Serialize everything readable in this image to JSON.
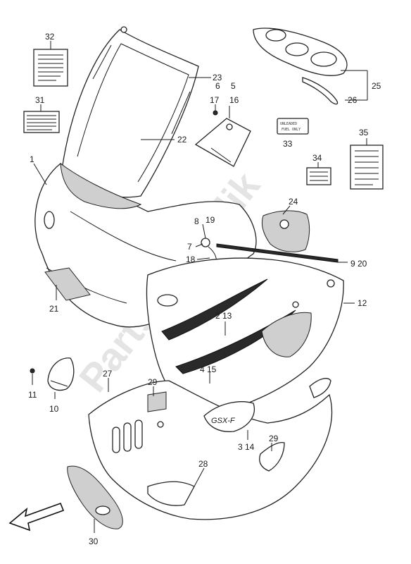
{
  "watermark": "PartsRepublik",
  "decal_text": {
    "part_33": [
      "UNLEADED",
      "FUEL ONLY"
    ],
    "part_29_logo": "GSX-F"
  },
  "callouts": [
    {
      "id": "c32",
      "text": "32"
    },
    {
      "id": "c31",
      "text": "31"
    },
    {
      "id": "c1",
      "text": "1"
    },
    {
      "id": "c23",
      "text": "23"
    },
    {
      "id": "c22",
      "text": "22"
    },
    {
      "id": "c17",
      "text": "17"
    },
    {
      "id": "c6",
      "text": "6"
    },
    {
      "id": "c5",
      "text": "5"
    },
    {
      "id": "c16",
      "text": "16"
    },
    {
      "id": "c25",
      "text": "25"
    },
    {
      "id": "c26",
      "text": "26"
    },
    {
      "id": "c33",
      "text": "33"
    },
    {
      "id": "c35",
      "text": "35"
    },
    {
      "id": "c34",
      "text": "34"
    },
    {
      "id": "c24",
      "text": "24"
    },
    {
      "id": "c8",
      "text": "8"
    },
    {
      "id": "c19",
      "text": "19"
    },
    {
      "id": "c7",
      "text": "7"
    },
    {
      "id": "c18",
      "text": "18"
    },
    {
      "id": "c920",
      "text": "9 20"
    },
    {
      "id": "c21",
      "text": "21"
    },
    {
      "id": "c12",
      "text": "12"
    },
    {
      "id": "c213",
      "text": "2 13"
    },
    {
      "id": "c415",
      "text": "4 15"
    },
    {
      "id": "c11",
      "text": "11"
    },
    {
      "id": "c10",
      "text": "10"
    },
    {
      "id": "c27",
      "text": "27"
    },
    {
      "id": "c29a",
      "text": "29"
    },
    {
      "id": "c314",
      "text": "3 14"
    },
    {
      "id": "c29b",
      "text": "29"
    },
    {
      "id": "c28",
      "text": "28"
    },
    {
      "id": "c30",
      "text": "30"
    }
  ]
}
